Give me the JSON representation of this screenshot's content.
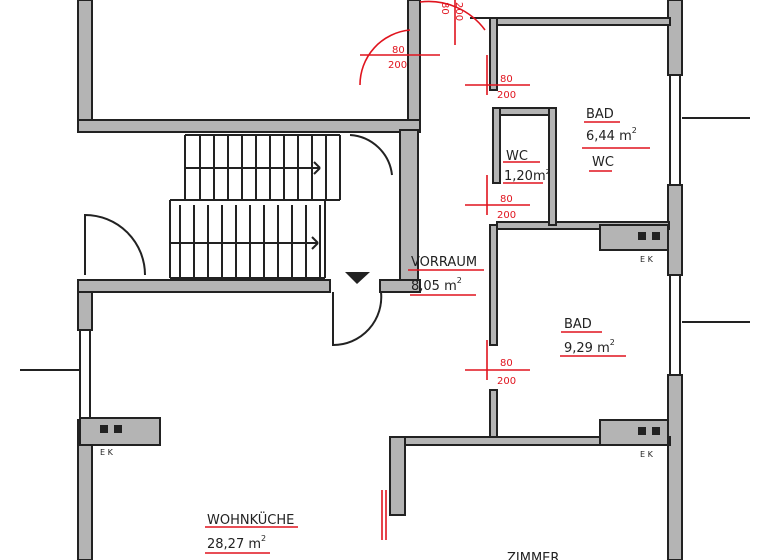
{
  "rooms": {
    "bad1": {
      "name": "BAD",
      "area": "6,44  m",
      "sup": "2",
      "extra": "WC"
    },
    "wc": {
      "name": "WC",
      "area": "1,20m",
      "sup": "2"
    },
    "vorraum": {
      "name": "VORRAUM",
      "area": "8,05  m",
      "sup": "2"
    },
    "bad2": {
      "name": "BAD",
      "area": "9,29  m",
      "sup": "2"
    },
    "wohnkueche": {
      "name": "WOHNKÜCHE",
      "area": "28,27  m",
      "sup": "2"
    },
    "zimmer": {
      "name": "ZIMMER"
    }
  },
  "doors": {
    "width": "80",
    "height": "200"
  },
  "shafts": {
    "label": "E K"
  },
  "colors": {
    "wall": "#b4b4b4",
    "annotation": "#e0141e",
    "line": "#222222"
  }
}
